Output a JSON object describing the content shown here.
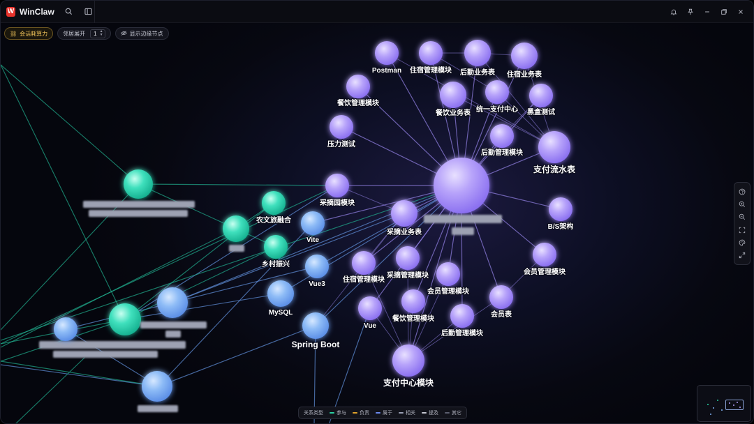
{
  "app": {
    "name": "WinClaw",
    "icons": {
      "search": "search-icon",
      "sidebar": "sidebar-toggle-icon",
      "bell": "bell-icon",
      "pin": "pin-icon",
      "minimize": "minimize-icon",
      "restore": "restore-icon",
      "close": "close-icon"
    }
  },
  "toolbar": {
    "compute_label": "会话耗算力",
    "expand_label": "邻居展开",
    "expand_value": "1",
    "edge_toggle_label": "显示边缘节点"
  },
  "legend": {
    "title": "关系类型",
    "items": [
      {
        "label": "参与",
        "color": "#2bd1a3"
      },
      {
        "label": "负责",
        "color": "#e0a22b"
      },
      {
        "label": "属于",
        "color": "#6d8bf0"
      },
      {
        "label": "相关",
        "color": "#9aa0b4"
      },
      {
        "label": "提及",
        "color": "#c6c8d2"
      },
      {
        "label": "其它",
        "color": "#5c5f70"
      }
    ]
  },
  "colors": {
    "purple_node": "#b09cf7",
    "blue_node": "#7fb0f3",
    "teal_node": "#2fd3b0",
    "purple_edge": "#8b7bd9",
    "blue_edge": "#5f8fd8",
    "teal_edge": "#22b593"
  },
  "graph": {
    "nodes": [
      {
        "id": "hub",
        "label": "",
        "blurred": true,
        "type": "purple"
      },
      {
        "id": "postman",
        "label": "Postman",
        "type": "purple"
      },
      {
        "id": "zsglmk1",
        "label": "住宿管理模块",
        "type": "purple"
      },
      {
        "id": "hqywb",
        "label": "后勤业务表",
        "type": "purple"
      },
      {
        "id": "zsywb",
        "label": "住宿业务表",
        "type": "purple"
      },
      {
        "id": "cyglmk1",
        "label": "餐饮管理模块",
        "type": "purple"
      },
      {
        "id": "cyywb",
        "label": "餐饮业务表",
        "type": "purple"
      },
      {
        "id": "tyzfzx",
        "label": "统一支付中心",
        "type": "purple"
      },
      {
        "id": "hhcs",
        "label": "黑盒测试",
        "type": "purple"
      },
      {
        "id": "ylcs",
        "label": "压力测试",
        "type": "purple"
      },
      {
        "id": "hqglmk1",
        "label": "后勤管理模块",
        "type": "purple"
      },
      {
        "id": "zflsb",
        "label": "支付流水表",
        "type": "purple",
        "big": true
      },
      {
        "id": "czymk",
        "label": "采摘园模块",
        "type": "purple"
      },
      {
        "id": "bs",
        "label": "B/S架构",
        "type": "purple"
      },
      {
        "id": "czywb",
        "label": "采摘业务表",
        "type": "purple"
      },
      {
        "id": "hyglmk1",
        "label": "会员管理模块",
        "type": "purple"
      },
      {
        "id": "zsglmk2",
        "label": "住宿管理模块",
        "type": "purple"
      },
      {
        "id": "czglmk",
        "label": "采摘管理模块",
        "type": "purple"
      },
      {
        "id": "hyglmk2",
        "label": "会员管理模块",
        "type": "purple"
      },
      {
        "id": "hyb",
        "label": "会员表",
        "type": "purple"
      },
      {
        "id": "vue",
        "label": "Vue",
        "type": "purple"
      },
      {
        "id": "cyglmk2",
        "label": "餐饮管理模块",
        "type": "purple"
      },
      {
        "id": "hqglmk2",
        "label": "后勤管理模块",
        "type": "purple"
      },
      {
        "id": "zfzxmk",
        "label": "支付中心模块",
        "type": "purple",
        "big": true
      },
      {
        "id": "vite",
        "label": "Vite",
        "type": "blue"
      },
      {
        "id": "vue3",
        "label": "Vue3",
        "type": "blue"
      },
      {
        "id": "mysql",
        "label": "MySQL",
        "type": "blue"
      },
      {
        "id": "springboot",
        "label": "Spring Boot",
        "type": "blue"
      },
      {
        "id": "nwlyrh",
        "label": "农文旅融合",
        "type": "teal"
      },
      {
        "id": "xczx",
        "label": "乡村振兴",
        "type": "teal"
      },
      {
        "id": "teal1",
        "label": "",
        "blurred": true,
        "type": "teal"
      },
      {
        "id": "teal2",
        "label": "",
        "blurred": true,
        "type": "teal"
      },
      {
        "id": "teal3",
        "label": "",
        "blurred": true,
        "type": "teal"
      },
      {
        "id": "blue1",
        "label": "",
        "blurred": true,
        "type": "blue"
      },
      {
        "id": "blue2",
        "label": "",
        "blurred": true,
        "type": "blue"
      },
      {
        "id": "blue3",
        "label": "",
        "blurred": true,
        "type": "blue"
      }
    ]
  }
}
